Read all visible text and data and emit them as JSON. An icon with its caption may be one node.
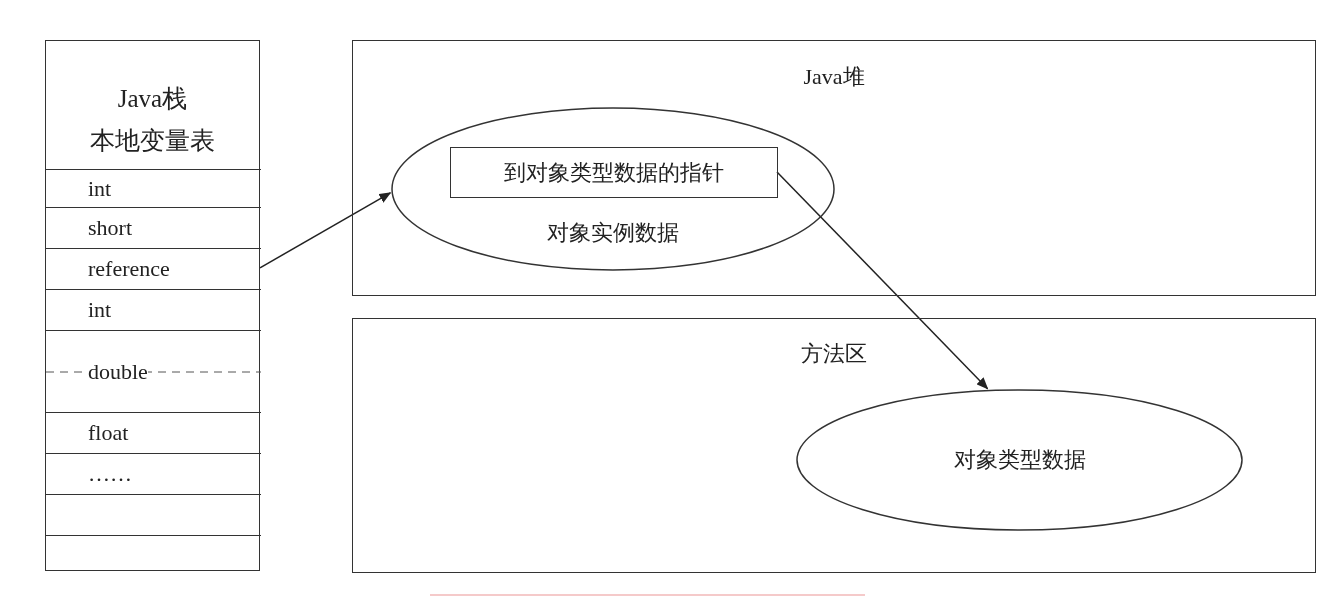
{
  "diagram": {
    "nodes": [
      {
        "text": [
          "Java栈",
          "本地变量表"
        ]
      },
      {
        "text": [
          "int"
        ],
        "in": 0
      },
      {
        "text": [
          "short"
        ],
        "in": 0
      },
      {
        "text": [
          "reference"
        ],
        "in": 0
      },
      {
        "text": [
          "int"
        ],
        "in": 0
      },
      {
        "text": [
          "double"
        ],
        "in": 0
      },
      {
        "text": [
          "float"
        ],
        "in": 0
      },
      {
        "text": [
          "……"
        ],
        "in": 0
      },
      {
        "text": [],
        "shape": "box",
        "in": 0
      },
      {
        "text": [],
        "shape": "box",
        "in": 0
      },
      {
        "text": [
          "Java堆"
        ]
      },
      {
        "text": [
          "对象实例数据"
        ],
        "in": 10
      },
      {
        "text": [
          "到对象类型数据的指针"
        ],
        "in": 11
      },
      {
        "text": [
          "方法区"
        ]
      },
      {
        "text": [
          "对象类型数据"
        ],
        "in": 13
      }
    ],
    "edges": [
      {
        "from": 3,
        "to": 11,
        "arrow": "to"
      },
      {
        "from": 12,
        "to": 14,
        "arrow": "to"
      }
    ]
  }
}
